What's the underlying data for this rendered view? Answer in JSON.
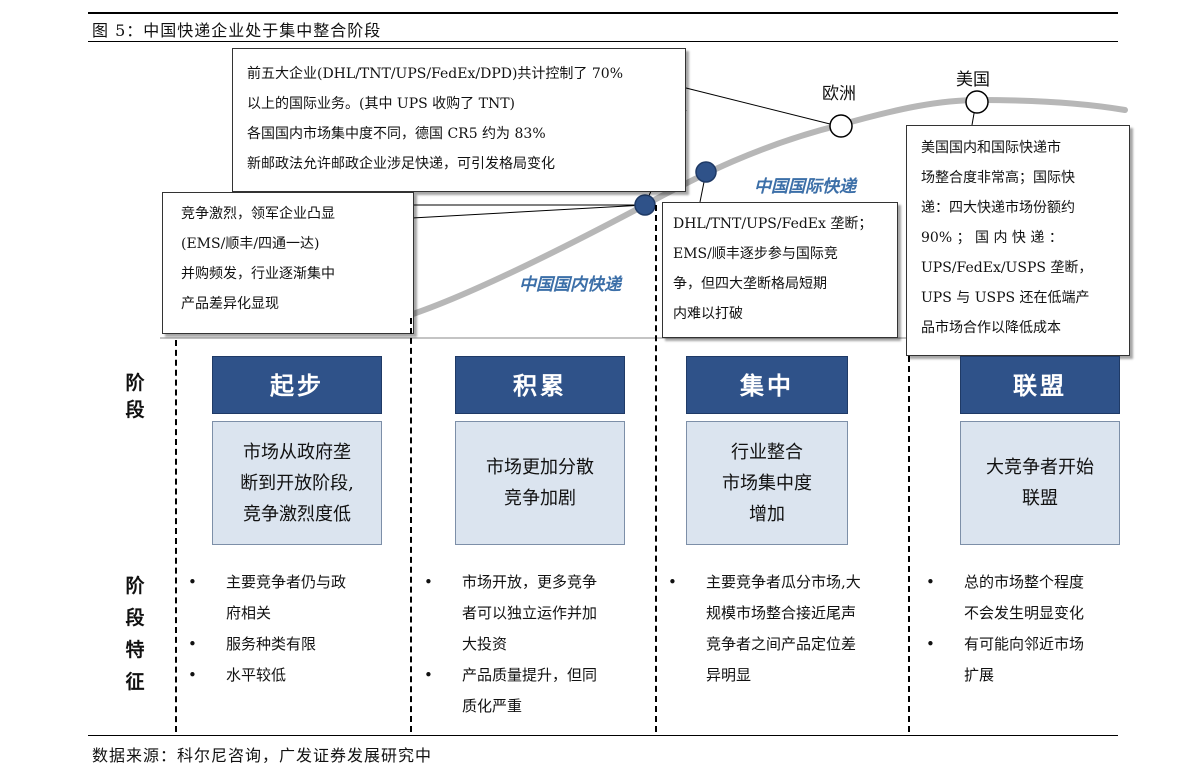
{
  "figure": {
    "title": "图 5：中国快递企业处于集中整合阶段",
    "source": "数据来源：科尔尼咨询，广发证券发展研究中"
  },
  "curve": {
    "domestic_label": "中国国内快递",
    "international_label": "中国国际快递",
    "color": "#b7b7b7",
    "marker_color": "#2f5289"
  },
  "regions": {
    "europe": "欧洲",
    "usa": "美国"
  },
  "callouts": {
    "consolidation": [
      "前五大企业(DHL/TNT/UPS/FedEx/DPD)共计控制了 70%",
      "以上的国际业务。(其中 UPS 收购了 TNT)",
      "各国国内市场集中度不同，德国 CR5 约为 83%",
      "新邮政法允许邮政企业涉足快递，可引发格局变化"
    ],
    "competition": [
      "竞争激烈，领军企业凸显",
      "(EMS/顺丰/四通一达)",
      "并购频发，行业逐渐集中",
      "产品差异化显现"
    ],
    "international": [
      "DHL/TNT/UPS/FedEx 垄断；",
      "EMS/顺丰逐步参与国际竞",
      "争，但四大垄断格局短期",
      "内难以打破"
    ],
    "usa": [
      "美国国内和国际快递市",
      "场整合度非常高；国际快",
      "递：四大快递市场份额约",
      "90% ； 国 内 快 递 ：",
      "UPS/FedEx/USPS 垄断，",
      "UPS 与 USPS 还在低端产",
      "品市场合作以降低成本"
    ]
  },
  "row_labels": {
    "stage": [
      "阶",
      "段"
    ],
    "features": [
      "阶",
      "段",
      "特",
      "征"
    ]
  },
  "stages": [
    {
      "name": "起步",
      "desc": [
        "市场从政府垄",
        "断到开放阶段,",
        "竞争激烈度低"
      ],
      "features": [
        [
          "主要竞争者仍与政",
          "府相关"
        ],
        [
          "服务种类有限"
        ],
        [
          "水平较低"
        ]
      ]
    },
    {
      "name": "积累",
      "desc": [
        "市场更加分散",
        "竞争加剧"
      ],
      "features": [
        [
          "市场开放，更多竞争",
          "者可以独立运作并加",
          "大投资"
        ],
        [
          "产品质量提升，但同",
          "质化严重"
        ]
      ]
    },
    {
      "name": "集中",
      "desc": [
        "行业整合",
        "市场集中度",
        "增加"
      ],
      "features": [
        [
          "主要竞争者瓜分市场,大",
          "规模市场整合接近尾声",
          "竞争者之间产品定位差",
          "异明显"
        ]
      ]
    },
    {
      "name": "联盟",
      "desc": [
        "大竞争者开始",
        "联盟"
      ],
      "features": [
        [
          "总的市场整个程度",
          "不会发生明显变化"
        ],
        [
          "有可能向邻近市场",
          "扩展"
        ]
      ]
    }
  ]
}
